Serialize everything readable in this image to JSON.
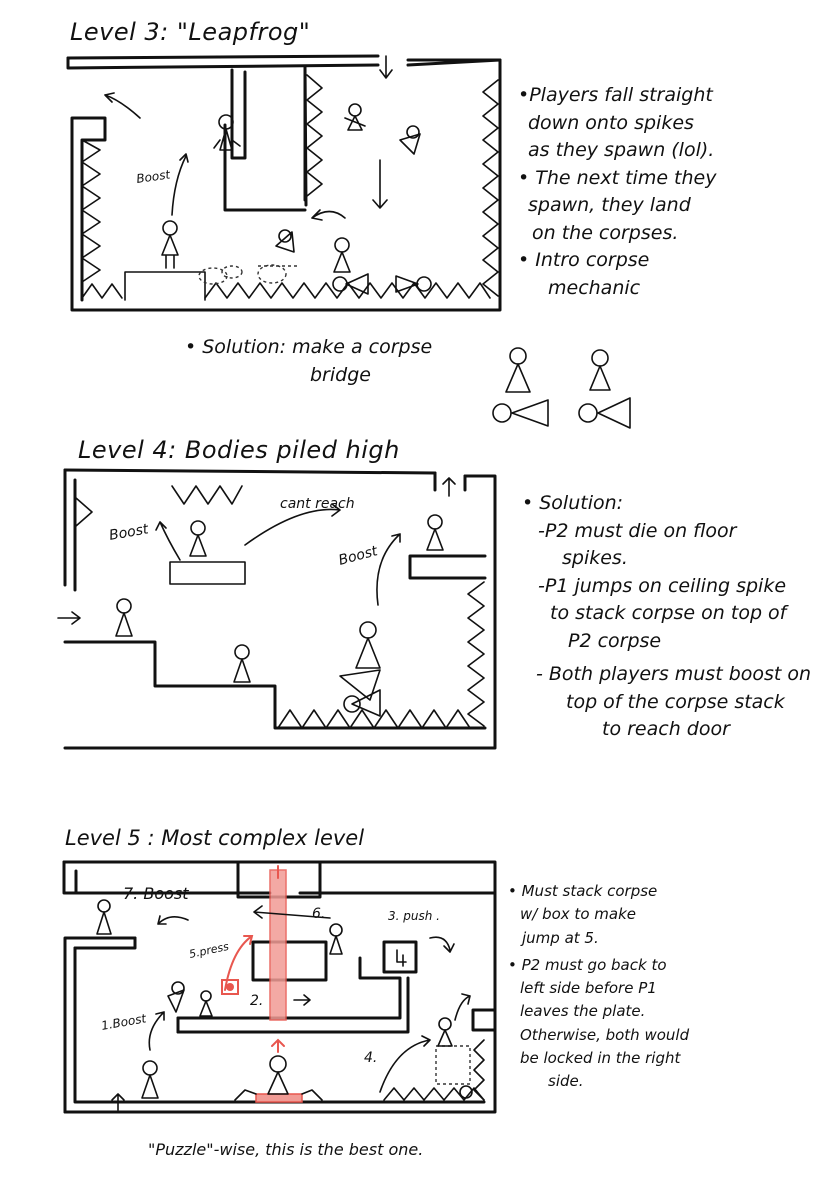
{
  "level3": {
    "title": "Level 3:  \"Leapfrog\"",
    "labels": {
      "boost": "Boost"
    },
    "notes": [
      "•Players fall straight",
      "down onto spikes",
      "as they spawn (lol).",
      "• The next time they",
      "spawn, they land",
      "on the corpses.",
      "• Intro corpse",
      "mechanic"
    ],
    "solution_line1": "• Solution:  make a  corpse",
    "solution_line2": "bridge"
  },
  "level4": {
    "title": "Level 4:  Bodies piled high",
    "labels": {
      "boost_left": "Boost",
      "cant_reach": "cant reach",
      "boost_right": "Boost"
    },
    "notes": [
      "• Solution:",
      "-P2  must  die on floor",
      "spikes.",
      "-P1 jumps on ceiling spike",
      "to stack corpse on top of",
      "P2  corpse",
      "- Both players must boost on",
      "top of the corpse stack",
      "to reach door"
    ]
  },
  "level5": {
    "title": "Level 5 : Most complex level",
    "labels": {
      "boost7": "7. Boost",
      "step6": "6.",
      "push3": "3. push .",
      "press5": "5.press",
      "step2": "2.",
      "boost1": "1.Boost",
      "step4": "4."
    },
    "notes": [
      "• Must stack corpse",
      "w/ box to make",
      "jump at 5.",
      "• P2 must go back to",
      "left side before P1",
      "leaves the plate.",
      "Otherwise, both would",
      "be locked in the right",
      "side."
    ],
    "footer": "\"Puzzle\"-wise, this is the best one."
  },
  "colors": {
    "ink": "#111111",
    "accent_red": "#e8574f",
    "accent_red_fill": "#f19b95"
  }
}
